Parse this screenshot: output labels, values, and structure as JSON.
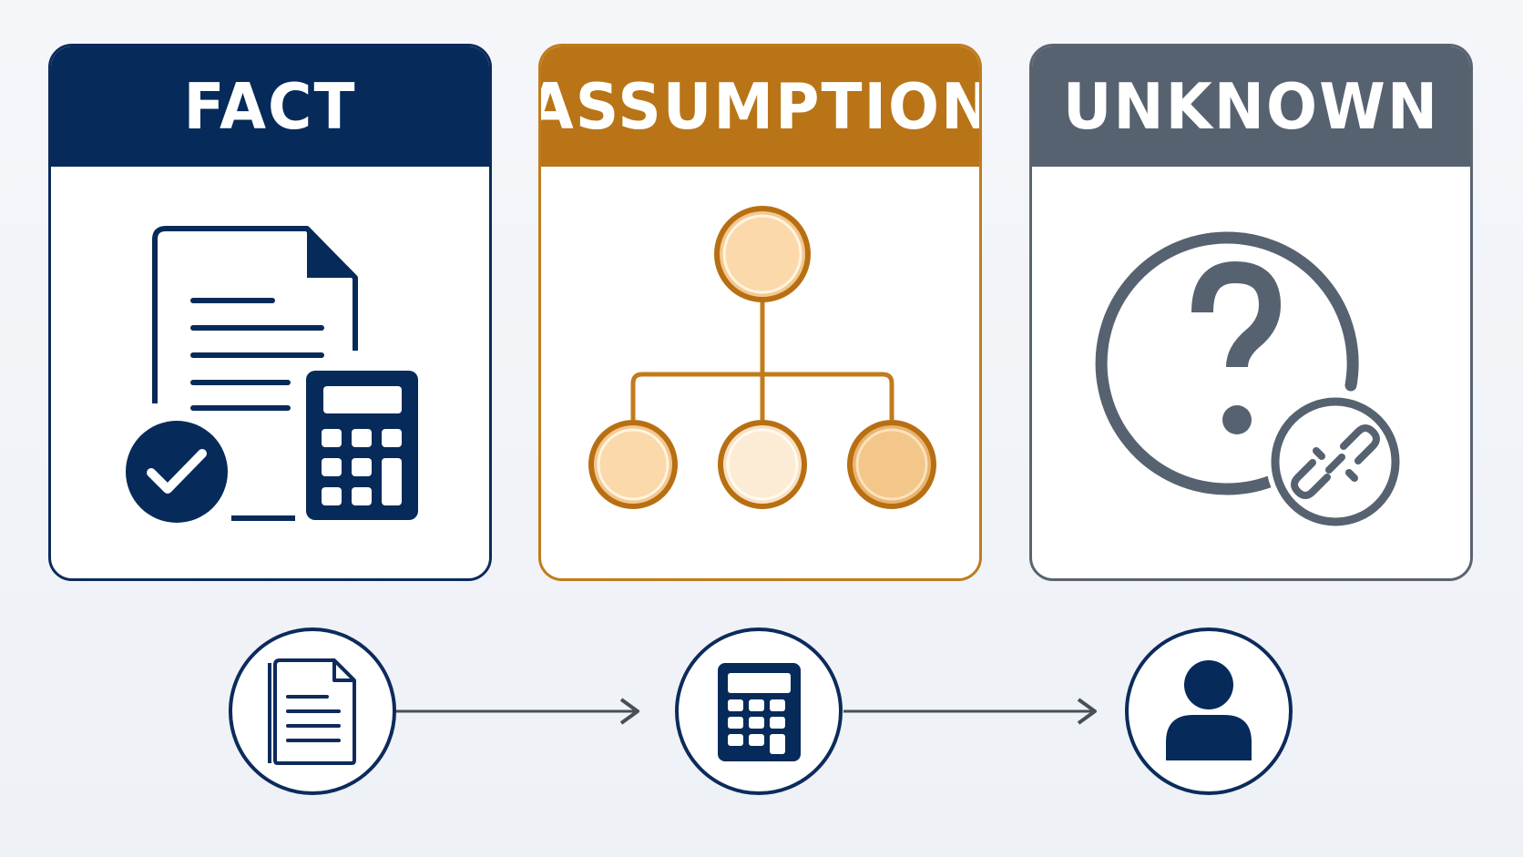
{
  "cards": [
    {
      "id": "fact",
      "title": "FACT",
      "color": "#062a59",
      "icon": "document-calculator-check-icon"
    },
    {
      "id": "assumption",
      "title": "ASSUMPTION",
      "color": "#b87416",
      "icon": "hierarchy-tree-icon"
    },
    {
      "id": "unknown",
      "title": "UNKNOWN",
      "color": "#566270",
      "icon": "question-broken-link-icon"
    }
  ],
  "flow": {
    "steps": [
      {
        "icon": "document-icon"
      },
      {
        "icon": "calculator-icon"
      },
      {
        "icon": "person-icon"
      }
    ],
    "connector": "arrow-right-icon",
    "color": "#0c2b5c"
  }
}
